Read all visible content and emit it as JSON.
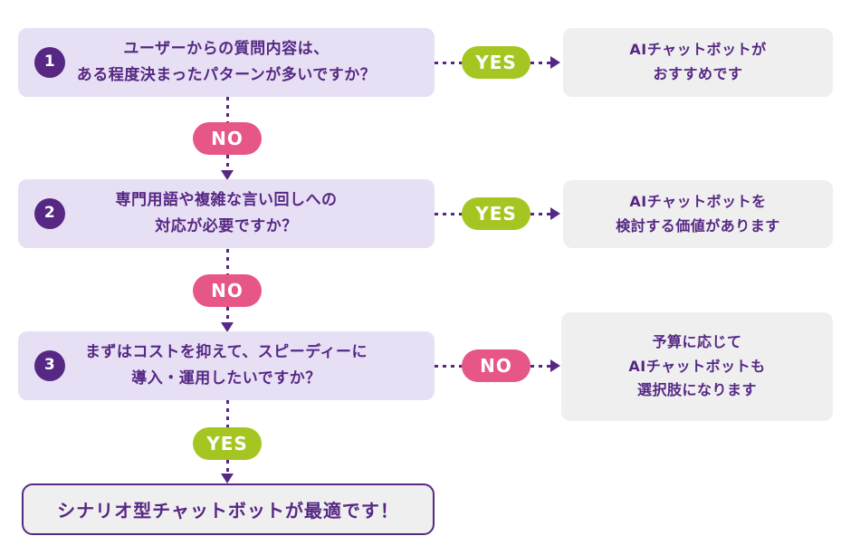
{
  "diagram": {
    "type": "decision-flowchart",
    "language": "ja",
    "questions": [
      {
        "number": "1",
        "line1": "ユーザーからの質問内容は、",
        "line2": "ある程度決まったパターンが多いですか？",
        "side_badge_label": "YES",
        "result_line1": "AIチャットボットが",
        "result_line2": "おすすめです",
        "down_badge_label": "NO"
      },
      {
        "number": "2",
        "line1": "専門用語や複雑な言い回しへの",
        "line2": "対応が必要ですか？",
        "side_badge_label": "YES",
        "result_line1": "AIチャットボットを",
        "result_line2": "検討する価値があります",
        "down_badge_label": "NO"
      },
      {
        "number": "3",
        "line1": "まずはコストを抑えて、スピーディーに",
        "line2": "導入・運用したいですか？",
        "side_badge_label": "NO",
        "result_line1": "予算に応じて",
        "result_line2": "AIチャットボットも",
        "result_line3": "選択肢になります",
        "down_badge_label": "YES"
      }
    ],
    "final_label": "シナリオ型チャットボットが最適です！",
    "colors": {
      "purple": "#562884",
      "question_bg": "#E7E0F4",
      "result_bg": "#EFEFEF",
      "yes_green": "#A5C622",
      "no_pink": "#E65687",
      "background": "#FFFFFF"
    }
  }
}
